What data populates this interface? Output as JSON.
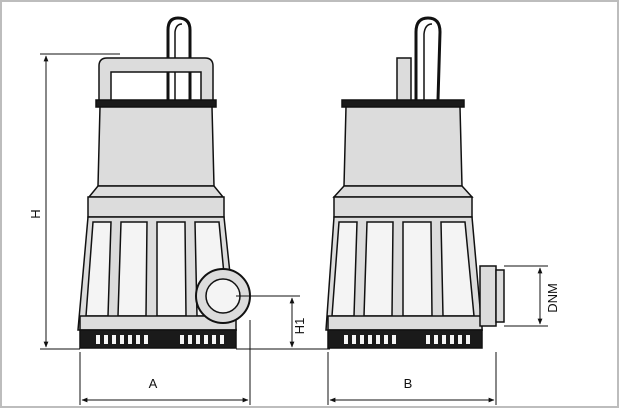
{
  "labels": {
    "height": "H",
    "outlet_height": "H1",
    "width_front": "A",
    "width_side": "B",
    "outlet_diameter": "DNM"
  },
  "colors": {
    "body_fill": "#dcdcdc",
    "outline": "#111111",
    "base": "#1a1a1a",
    "highlight": "#f4f4f4",
    "border": "#bdbdbd"
  }
}
